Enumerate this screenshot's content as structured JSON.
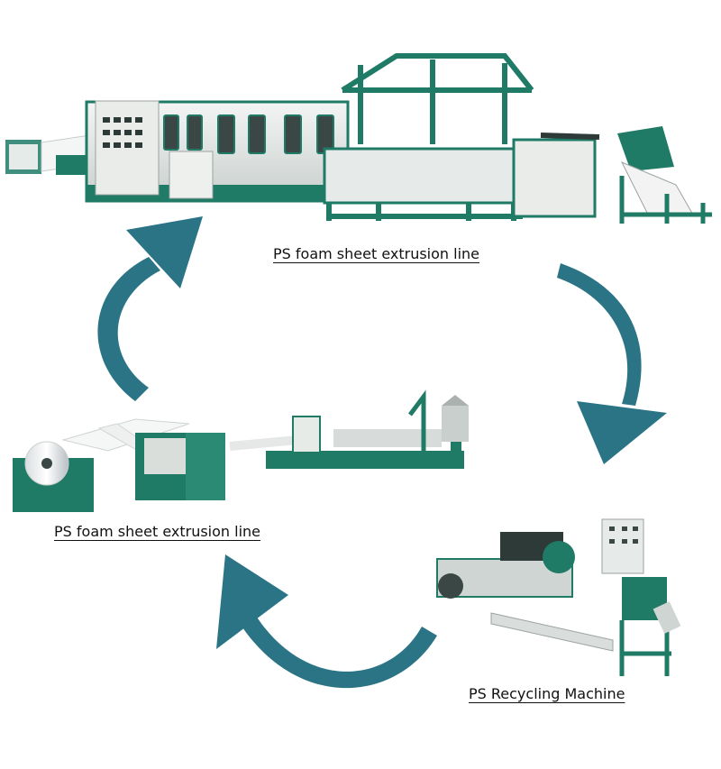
{
  "colors": {
    "arrow": "#2a7486",
    "machine_green": "#1f7a66",
    "machine_body": "#e9ece9",
    "machine_dark": "#2d3a38"
  },
  "labels": {
    "top": "PS foam sheet extrusion line",
    "left": "PS foam sheet extrusion line",
    "bottom_right": "PS Recycling Machine"
  }
}
